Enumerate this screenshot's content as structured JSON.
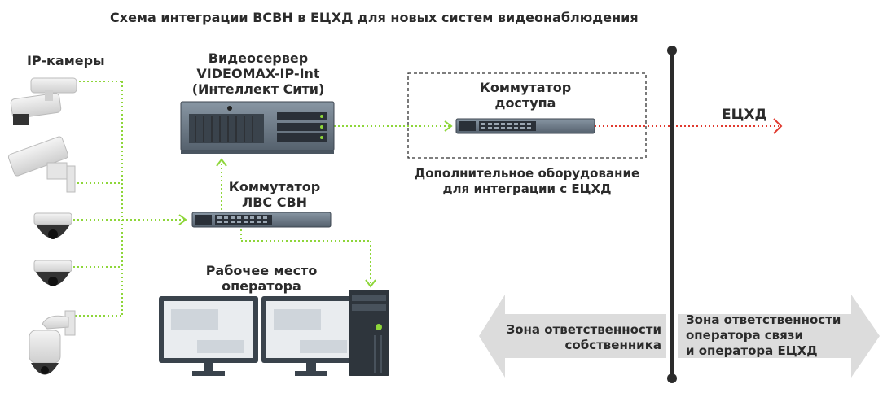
{
  "title": "Схема интеграции ВСВН в ЕЦХД для новых систем видеонаблюдения",
  "labels": {
    "cameras": "IP-камеры",
    "videoserver_line1": "Видеосервер",
    "videoserver_line2": "VIDEOMAX-IP-Int",
    "videoserver_line3": "(Интеллект Сити)",
    "access_switch_line1": "Коммутатор",
    "access_switch_line2": "доступа",
    "lan_switch_line1": "Коммутатор",
    "lan_switch_line2": "ЛВС СВН",
    "workstation_line1": "Рабочее место",
    "workstation_line2": "оператора",
    "extra_equipment_line1": "Дополнительное оборудование",
    "extra_equipment_line2": "для интеграции с ЕЦХД",
    "ecxd": "ЕЦХД",
    "zone_owner_line1": "Зона ответственности",
    "zone_owner_line2": "собственника",
    "zone_operator_line1": "Зона ответственности",
    "zone_operator_line2": "оператора связи",
    "zone_operator_line3": "и оператора ЕЦХД"
  },
  "colors": {
    "green_link": "#8ed63a",
    "red_link": "#e03a2f",
    "device_gray": "#6d7b88",
    "arrow_gray": "#d9d9d9",
    "text": "#2b2b2b"
  }
}
